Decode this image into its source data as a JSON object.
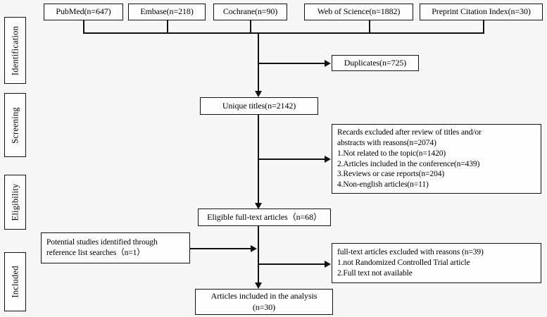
{
  "diagram": {
    "title": "PRISMA study selection flow diagram",
    "type": "flowchart",
    "background_color": "#f7f7f7",
    "line_color": "#111111",
    "box_border_color": "#111111",
    "box_fill_color": "#fdfdfd"
  },
  "stages": [
    {
      "id": "identification",
      "label": "Identification"
    },
    {
      "id": "screening",
      "label": "Screening"
    },
    {
      "id": "eligibility",
      "label": "Eligibility"
    },
    {
      "id": "included",
      "label": "Included"
    }
  ],
  "sources": [
    {
      "id": "pubmed",
      "label": "PubMed(n=647)",
      "n": 647
    },
    {
      "id": "embase",
      "label": "Embase(n=218)",
      "n": 218
    },
    {
      "id": "cochrane",
      "label": "Cochrane(n=90)",
      "n": 90
    },
    {
      "id": "web-of-science",
      "label": "Web of Science(n=1882)",
      "n": 1882
    },
    {
      "id": "preprint",
      "label": "Preprint Citation Index(n=30)",
      "n": 30
    }
  ],
  "nodes": {
    "duplicates": {
      "label": "Duplicates(n=725)",
      "n": 725
    },
    "unique_titles": {
      "label": "Unique titles(n=2142)",
      "n": 2142
    },
    "records_excluded": {
      "label": "Recards excluded after review of titles and/or\nabstracts with reasons(n=2074)\n1.Not related to the topic(n=1420)\n2.Articles included in the conference(n=439)\n3.Reviews or case reports(n=204)\n4.Non-english articles(n=11)",
      "n": 2074,
      "reasons": [
        {
          "label": "1.Not related to the topic(n=1420)",
          "n": 1420
        },
        {
          "label": "2.Articles included in the conference(n=439)",
          "n": 439
        },
        {
          "label": "3.Reviews or case reports(n=204)",
          "n": 204
        },
        {
          "label": "4.Non-english articles(n=11)",
          "n": 11
        }
      ]
    },
    "eligible_fulltext": {
      "label": "Eligible full-text articles（n=68）",
      "n": 68
    },
    "potential_studies": {
      "label": "Potential studies identified through\nreference list searches（n=1）",
      "n": 1
    },
    "fulltext_excluded": {
      "label": "full-text articles excluded with reasons (n=39)\n1.not Randomized Controlled Trial article\n2.Full text not available",
      "n": 39,
      "reasons": [
        {
          "label": "1.not Randomized Controlled Trial article"
        },
        {
          "label": "2.Full text not available"
        }
      ]
    },
    "included_analysis": {
      "label": "Articles included in the analysis\n(n=30)",
      "n": 30
    }
  }
}
